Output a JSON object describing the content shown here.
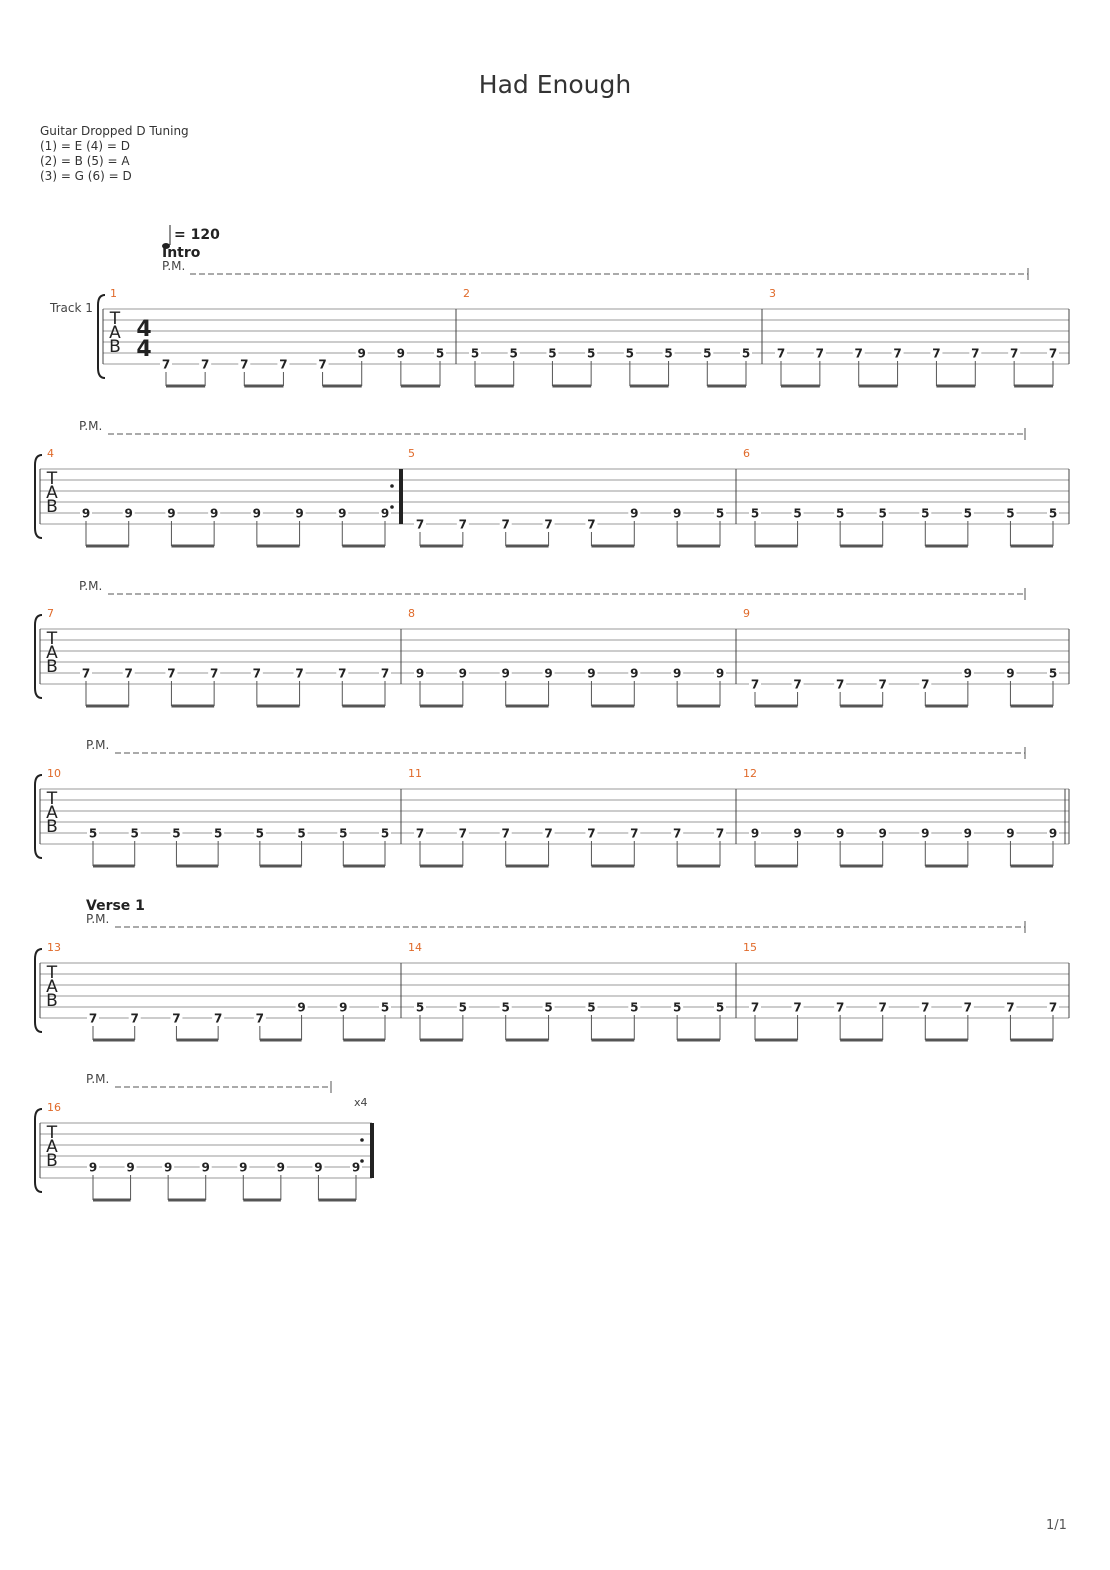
{
  "title": "Had Enough",
  "tuning": {
    "header": "Guitar Dropped D Tuning",
    "lines": [
      "(1) = E (4) = D",
      "(2) = B (5) = A",
      "(3) = G (6) = D"
    ]
  },
  "tempo": "= 120",
  "track_label": "Track 1",
  "time_signature": {
    "top": "4",
    "bottom": "4"
  },
  "tab_letters": [
    "T",
    "A",
    "B"
  ],
  "palm_mute_label": "P.M.",
  "repeat_count": "x4",
  "page_number": "1/1",
  "systems": [
    {
      "section": "Intro",
      "measures": [
        {
          "number": "1",
          "notes": [
            [
              "7",
              "7",
              "7",
              "7",
              "7",
              "9",
              "9",
              "5"
            ]
          ],
          "strings": [
            "6",
            "6",
            "6",
            "6",
            "6",
            "5",
            "5",
            "5"
          ]
        },
        {
          "number": "2",
          "notes": [
            [
              "5",
              "5",
              "5",
              "5",
              "5",
              "5",
              "5",
              "5"
            ]
          ],
          "strings": [
            "5",
            "5",
            "5",
            "5",
            "5",
            "5",
            "5",
            "5"
          ]
        },
        {
          "number": "3",
          "notes": [
            [
              "7",
              "7",
              "7",
              "7",
              "7",
              "7",
              "7",
              "7"
            ]
          ],
          "strings": [
            "5",
            "5",
            "5",
            "5",
            "5",
            "5",
            "5",
            "5"
          ]
        }
      ]
    },
    {
      "section": "",
      "measures": [
        {
          "number": "4",
          "notes": [
            [
              "9",
              "9",
              "9",
              "9",
              "9",
              "9",
              "9",
              "9"
            ]
          ],
          "strings": [
            "5",
            "5",
            "5",
            "5",
            "5",
            "5",
            "5",
            "5"
          ]
        },
        {
          "number": "5",
          "notes": [
            [
              "7",
              "7",
              "7",
              "7",
              "7",
              "9",
              "9",
              "5"
            ]
          ],
          "strings": [
            "6",
            "6",
            "6",
            "6",
            "6",
            "5",
            "5",
            "5"
          ]
        },
        {
          "number": "6",
          "notes": [
            [
              "5",
              "5",
              "5",
              "5",
              "5",
              "5",
              "5",
              "5"
            ]
          ],
          "strings": [
            "5",
            "5",
            "5",
            "5",
            "5",
            "5",
            "5",
            "5"
          ]
        }
      ]
    },
    {
      "section": "",
      "measures": [
        {
          "number": "7",
          "notes": [
            [
              "7",
              "7",
              "7",
              "7",
              "7",
              "7",
              "7",
              "7"
            ]
          ],
          "strings": [
            "5",
            "5",
            "5",
            "5",
            "5",
            "5",
            "5",
            "5"
          ]
        },
        {
          "number": "8",
          "notes": [
            [
              "9",
              "9",
              "9",
              "9",
              "9",
              "9",
              "9",
              "9"
            ]
          ],
          "strings": [
            "5",
            "5",
            "5",
            "5",
            "5",
            "5",
            "5",
            "5"
          ]
        },
        {
          "number": "9",
          "notes": [
            [
              "7",
              "7",
              "7",
              "7",
              "7",
              "9",
              "9",
              "5"
            ]
          ],
          "strings": [
            "6",
            "6",
            "6",
            "6",
            "6",
            "5",
            "5",
            "5"
          ]
        }
      ]
    },
    {
      "section": "",
      "measures": [
        {
          "number": "10",
          "notes": [
            [
              "5",
              "5",
              "5",
              "5",
              "5",
              "5",
              "5",
              "5"
            ]
          ],
          "strings": [
            "5",
            "5",
            "5",
            "5",
            "5",
            "5",
            "5",
            "5"
          ]
        },
        {
          "number": "11",
          "notes": [
            [
              "7",
              "7",
              "7",
              "7",
              "7",
              "7",
              "7",
              "7"
            ]
          ],
          "strings": [
            "5",
            "5",
            "5",
            "5",
            "5",
            "5",
            "5",
            "5"
          ]
        },
        {
          "number": "12",
          "notes": [
            [
              "9",
              "9",
              "9",
              "9",
              "9",
              "9",
              "9",
              "9"
            ]
          ],
          "strings": [
            "5",
            "5",
            "5",
            "5",
            "5",
            "5",
            "5",
            "5"
          ]
        }
      ]
    },
    {
      "section": "Verse 1",
      "measures": [
        {
          "number": "13",
          "notes": [
            [
              "7",
              "7",
              "7",
              "7",
              "7",
              "9",
              "9",
              "5"
            ]
          ],
          "strings": [
            "6",
            "6",
            "6",
            "6",
            "6",
            "5",
            "5",
            "5"
          ]
        },
        {
          "number": "14",
          "notes": [
            [
              "5",
              "5",
              "5",
              "5",
              "5",
              "5",
              "5",
              "5"
            ]
          ],
          "strings": [
            "5",
            "5",
            "5",
            "5",
            "5",
            "5",
            "5",
            "5"
          ]
        },
        {
          "number": "15",
          "notes": [
            [
              "7",
              "7",
              "7",
              "7",
              "7",
              "7",
              "7",
              "7"
            ]
          ],
          "strings": [
            "5",
            "5",
            "5",
            "5",
            "5",
            "5",
            "5",
            "5"
          ]
        }
      ]
    },
    {
      "section": "",
      "measures": [
        {
          "number": "16",
          "notes": [
            [
              "9",
              "9",
              "9",
              "9",
              "9",
              "9",
              "9",
              "9"
            ]
          ],
          "strings": [
            "5",
            "5",
            "5",
            "5",
            "5",
            "5",
            "5",
            "5"
          ]
        }
      ]
    }
  ]
}
